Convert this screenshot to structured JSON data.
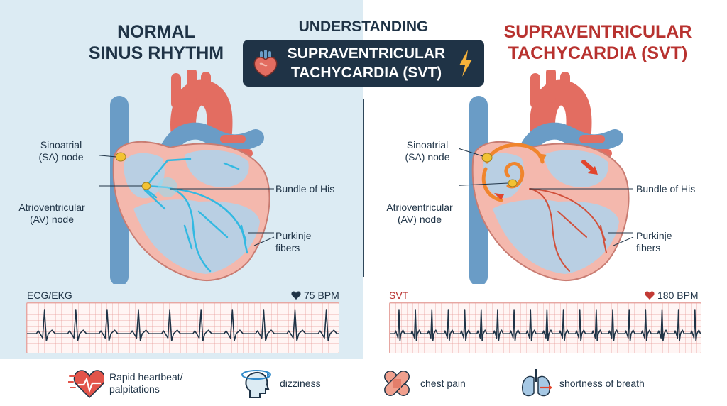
{
  "header": {
    "understanding": "UNDERSTANDING",
    "banner_line1": "SUPRAVENTRICULAR",
    "banner_line2": "TACHYCARDIA (SVT)"
  },
  "left": {
    "title_line1": "NORMAL",
    "title_line2": "SINUS RHYTHM",
    "labels": {
      "sa_line1": "Sinoatrial",
      "sa_line2": "(SA) node",
      "av_line1": "Atrioventricular",
      "av_line2": "(AV) node",
      "bundle": "Bundle of His",
      "purkinje_line1": "Purkinje",
      "purkinje_line2": "fibers"
    },
    "ecg_label": "ECG/EKG",
    "bpm": "75 BPM",
    "ecg_beats": 10
  },
  "right": {
    "title_line1": "SUPRAVENTRICULAR",
    "title_line2": "TACHYCARDIA (SVT)",
    "labels": {
      "sa_line1": "Sinoatrial",
      "sa_line2": "(SA) node",
      "av_line1": "Atrioventricular",
      "av_line2": "(AV) node",
      "bundle": "Bundle of His",
      "purkinje_line1": "Purkinje",
      "purkinje_line2": "fibers"
    },
    "ecg_label": "SVT",
    "bpm": "180 BPM",
    "ecg_beats": 19
  },
  "symptoms": [
    {
      "icon": "heart-pulse-icon",
      "line1": "Rapid heartbeat/",
      "line2": "palpitations"
    },
    {
      "icon": "dizzy-head-icon",
      "line1": "dizziness",
      "line2": ""
    },
    {
      "icon": "bandage-icon",
      "line1": "chest pain",
      "line2": ""
    },
    {
      "icon": "lungs-icon",
      "line1": "shortness of breath",
      "line2": ""
    }
  ],
  "colors": {
    "vessel_blue": "#6a9cc6",
    "aorta_red": "#e36d61",
    "heart_pink": "#f4b8ad",
    "chamber_blue": "#b9cfe3",
    "normal_signal": "#32b9e2",
    "svt_signal": "#f0852d",
    "ecg_trace": "#1f3346",
    "title_red": "#b8322f",
    "navy": "#1f3346"
  }
}
